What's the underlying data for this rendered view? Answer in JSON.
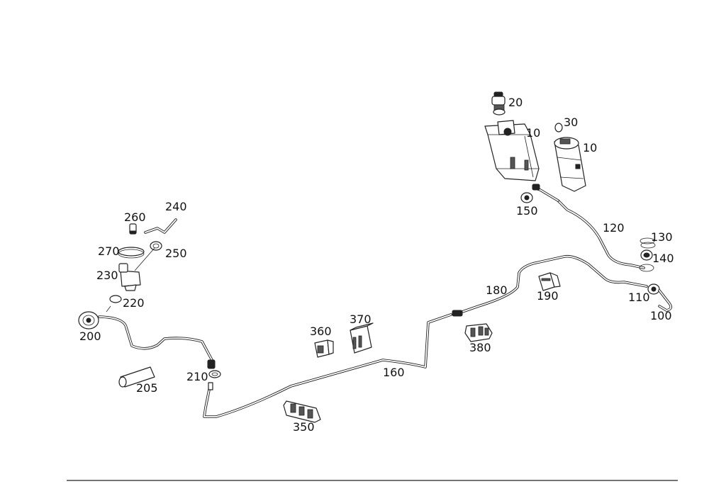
{
  "labels": [
    {
      "id": "20",
      "text": "20"
    },
    {
      "id": "10a",
      "text": "10"
    },
    {
      "id": "30",
      "text": "30"
    },
    {
      "id": "10b",
      "text": "10"
    },
    {
      "id": "150",
      "text": "150"
    },
    {
      "id": "120",
      "text": "120"
    },
    {
      "id": "130",
      "text": "130"
    },
    {
      "id": "140",
      "text": "140"
    },
    {
      "id": "110",
      "text": "110"
    },
    {
      "id": "100",
      "text": "100"
    },
    {
      "id": "180",
      "text": "180"
    },
    {
      "id": "190",
      "text": "190"
    },
    {
      "id": "380",
      "text": "380"
    },
    {
      "id": "370",
      "text": "370"
    },
    {
      "id": "360",
      "text": "360"
    },
    {
      "id": "160",
      "text": "160"
    },
    {
      "id": "350",
      "text": "350"
    },
    {
      "id": "260",
      "text": "260"
    },
    {
      "id": "240",
      "text": "240"
    },
    {
      "id": "270",
      "text": "270"
    },
    {
      "id": "250",
      "text": "250"
    },
    {
      "id": "230",
      "text": "230"
    },
    {
      "id": "220",
      "text": "220"
    },
    {
      "id": "200",
      "text": "200"
    },
    {
      "id": "210",
      "text": "210"
    },
    {
      "id": "205",
      "text": "205"
    }
  ]
}
